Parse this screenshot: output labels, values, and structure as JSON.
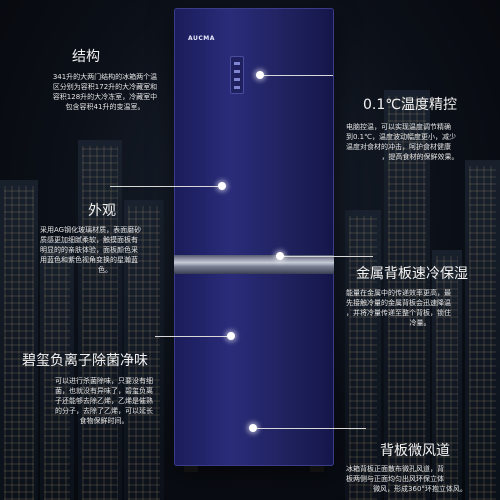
{
  "brand": "AUCMA",
  "sections": {
    "structure": {
      "title": "结构",
      "lines": [
        "341升的大两门结构的冰箱两个温",
        "区分别为容积172升的大冷藏室和",
        "容积128升的大冷冻室，冷藏室中",
        "包含容积41升的变温室。"
      ]
    },
    "temperature": {
      "title": "0.1℃温度精控",
      "lines": [
        "电脑控温，可以实现温度调节精确",
        "到0.1℃，温度波动幅度更小，减少",
        "温度对食材的冲击，呵护食材健康",
        "，提高食材的保鲜效果。"
      ]
    },
    "appearance": {
      "title": "外观",
      "lines": [
        "采用AG钢化玻璃材质，表面磨砂",
        "质感更加细腻柔软，触摸面板有",
        "明显的的亲肤体验，面板颜色采",
        "用蓝色和紫色视角变换的星瀚蓝",
        "色。"
      ]
    },
    "metal": {
      "title": "金属背板速冷保湿",
      "lines": [
        "能量在金属中的传递效率更高，最",
        "先接触冷量的金属背板会迅速降温",
        "，并将冷量传递至整个背板，锁住",
        "冷量。"
      ]
    },
    "antibacterial": {
      "title": "碧玺负离子除菌净味",
      "lines": [
        "可以进行杀菌除味，只要没有细",
        "菌，也就没有异味了，碧玺负离",
        "子还能够去除乙烯，乙烯是催熟",
        "的分子，去除了乙烯，可以延长",
        "食物保鲜时间。"
      ]
    },
    "airduct": {
      "title": "背板微风道",
      "lines": [
        "冰箱背板正面散布微孔风道，背",
        "板两侧与正面均匀出风环保立体",
        "微风，形成360°环抱立体风。"
      ]
    }
  }
}
